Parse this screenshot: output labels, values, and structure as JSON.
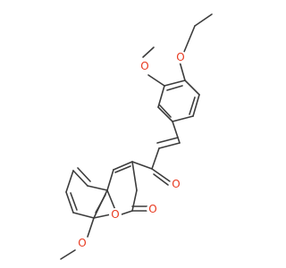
{
  "molecule": {
    "atoms": {
      "o_ethoxy": {
        "symbol": "O",
        "color": "#e8391f"
      },
      "o_methoxy_top": {
        "symbol": "O",
        "color": "#e8391f"
      },
      "o_ketone": {
        "symbol": "O",
        "color": "#e8391f"
      },
      "o_ring": {
        "symbol": "O",
        "color": "#e8391f"
      },
      "o_lactone": {
        "symbol": "O",
        "color": "#e8391f"
      },
      "o_methoxy_bottom": {
        "symbol": "O",
        "color": "#e8391f"
      }
    },
    "bond_color": "#3c3c3c",
    "heteroatom_color": "#e8391f"
  }
}
